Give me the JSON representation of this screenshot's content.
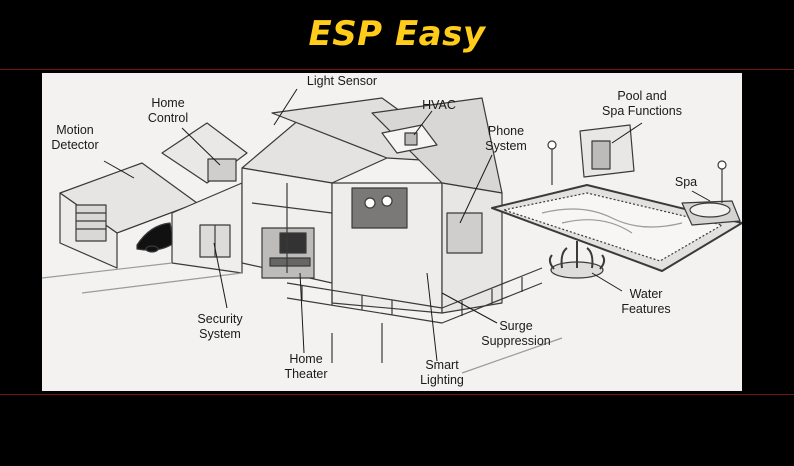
{
  "header": {
    "title": "ESP Easy"
  },
  "colors": {
    "background": "#000000",
    "title": "#ffcc1a",
    "rule": "#7a1414",
    "panel": "#f3f2f0",
    "line": "#3a3a3a"
  },
  "diagram": {
    "labels": {
      "light_sensor": "Light Sensor",
      "home_control": "Home\nControl",
      "hvac": "HVAC",
      "motion_detector": "Motion\nDetector",
      "phone_system": "Phone\nSystem",
      "pool_spa_functions": "Pool and\nSpa Functions",
      "spa": "Spa",
      "water_features": "Water\nFeatures",
      "surge_suppression": "Surge\nSuppression",
      "smart_lighting": "Smart\nLighting",
      "home_theater": "Home\nTheater",
      "security_system": "Security\nSystem"
    }
  }
}
